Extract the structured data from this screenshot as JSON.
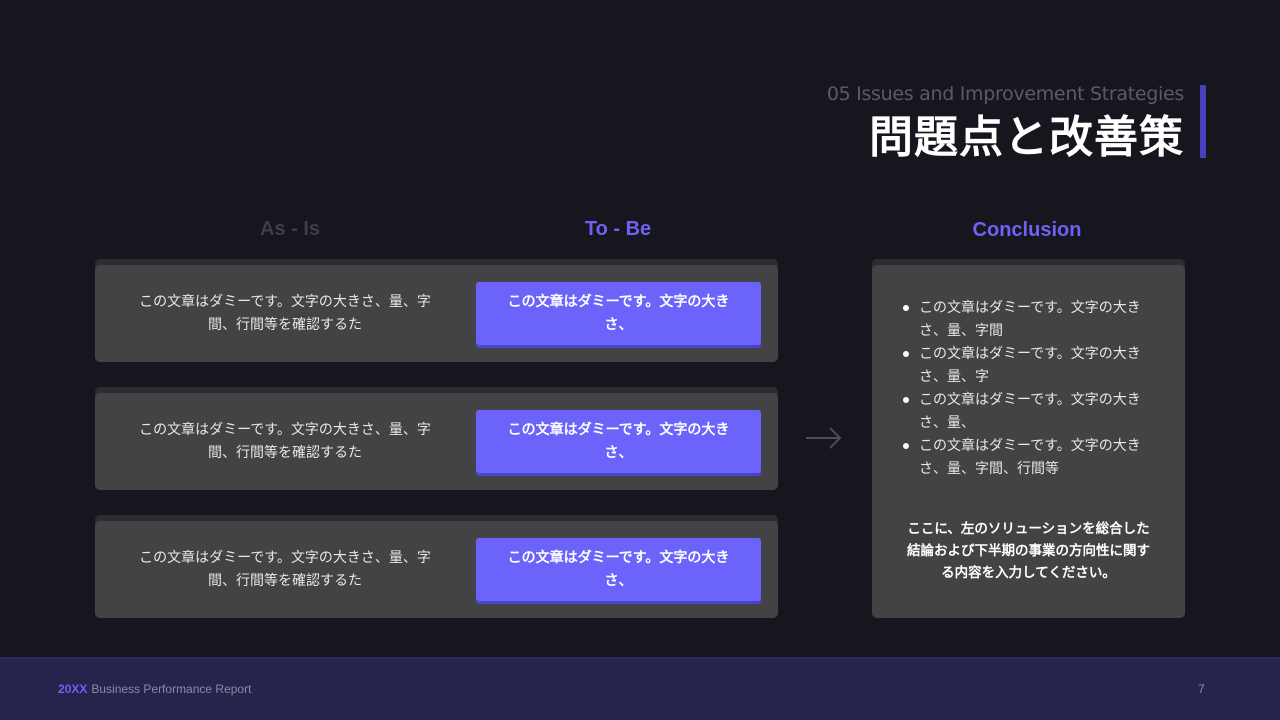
{
  "header": {
    "subtitle": "05 Issues and Improvement Strategies",
    "title": "問題点と改善策"
  },
  "columns": {
    "as_is": "As - Is",
    "to_be": "To - Be",
    "conclusion": "Conclusion"
  },
  "rows": [
    {
      "as_is": "この文章はダミーです。文字の大きさ、量、字間、行間等を確認するた",
      "to_be": "この文章はダミーです。文字の大きさ、"
    },
    {
      "as_is": "この文章はダミーです。文字の大きさ、量、字間、行間等を確認するた",
      "to_be": "この文章はダミーです。文字の大きさ、"
    },
    {
      "as_is": "この文章はダミーです。文字の大きさ、量、字間、行間等を確認するた",
      "to_be": "この文章はダミーです。文字の大きさ、"
    }
  ],
  "arrow_icon": "arrow-right-icon",
  "conclusion": {
    "bullets": [
      "この文章はダミーです。文字の大きさ、量、字間",
      "この文章はダミーです。文字の大きさ、量、字",
      "この文章はダミーです。文字の大きさ、量、",
      "この文章はダミーです。文字の大きさ、量、字間、行間等"
    ],
    "summary": "ここに、左のソリューションを総合した結論および下半期の事業の方向性に関する内容を入力してください。"
  },
  "footer": {
    "year": "20XX",
    "report_title": "Business Performance Report",
    "page_number": "7"
  },
  "colors": {
    "background": "#17161f",
    "accent": "#6c62f5",
    "card": "#434346",
    "to_be_box": "#6c63fb",
    "footer": "#26234d"
  }
}
